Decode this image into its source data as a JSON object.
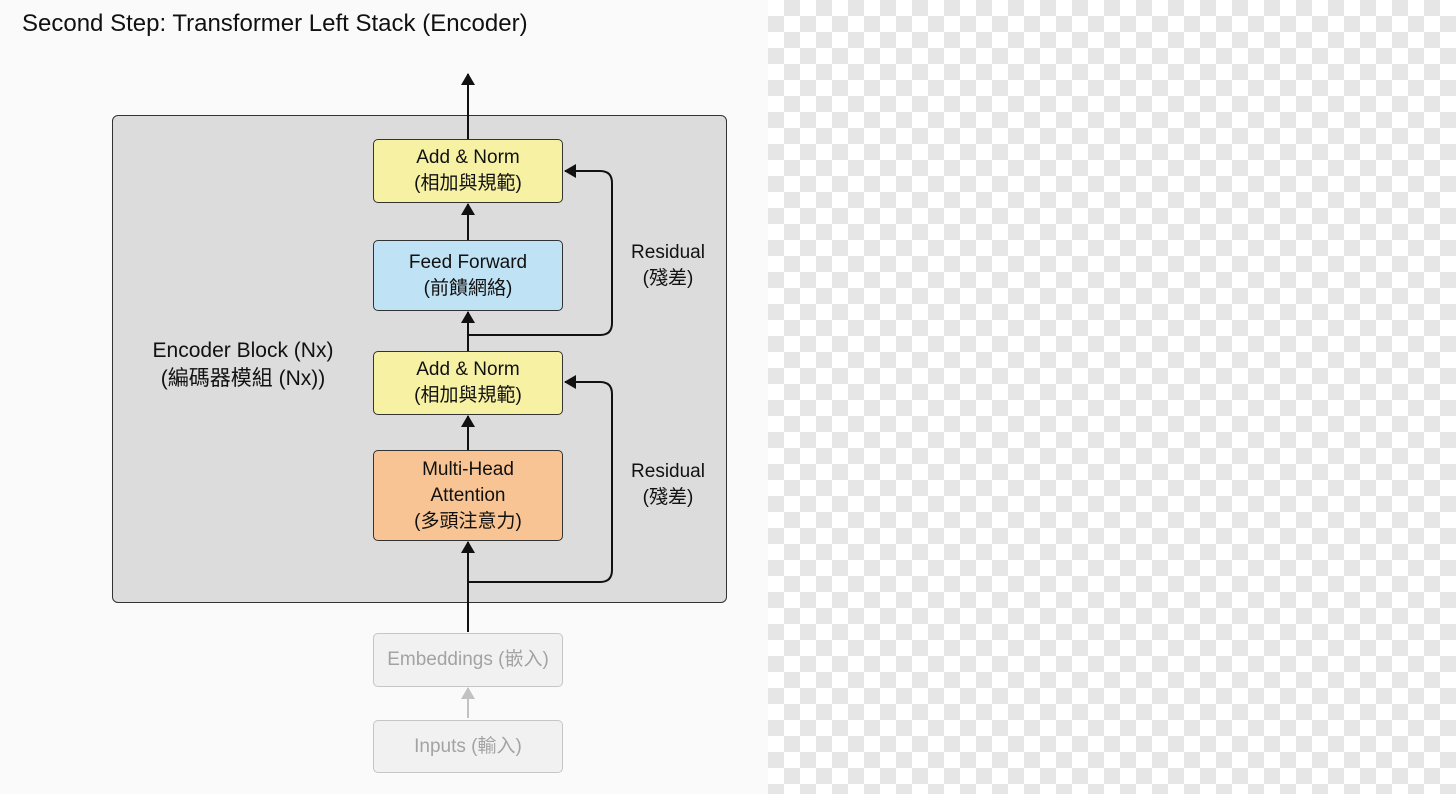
{
  "title": "Second Step: Transformer Left Stack (Encoder)",
  "encoder_block": {
    "label_en": "Encoder Block (Nx)",
    "label_zh": "(編碼器模組 (Nx))"
  },
  "boxes": {
    "add_norm_top": {
      "line1": "Add & Norm",
      "line2": "(相加與規範)"
    },
    "feed_forward": {
      "line1": "Feed Forward",
      "line2": "(前饋網絡)"
    },
    "add_norm_bottom": {
      "line1": "Add & Norm",
      "line2": "(相加與規範)"
    },
    "attention": {
      "line1": "Multi-Head",
      "line2": "Attention",
      "line3": "(多頭注意力)"
    },
    "embeddings": {
      "text": "Embeddings (嵌入)"
    },
    "inputs": {
      "text": "Inputs (輸入)"
    }
  },
  "residuals": [
    {
      "line1": "Residual",
      "line2": "(殘差)"
    },
    {
      "line1": "Residual",
      "line2": "(殘差)"
    }
  ],
  "colors": {
    "add_norm": "#f7f1a4",
    "feed_forward": "#bfe2f5",
    "attention": "#f9c494",
    "encoder_block": "#dcdcdc",
    "faded": "#a3a3a3"
  }
}
